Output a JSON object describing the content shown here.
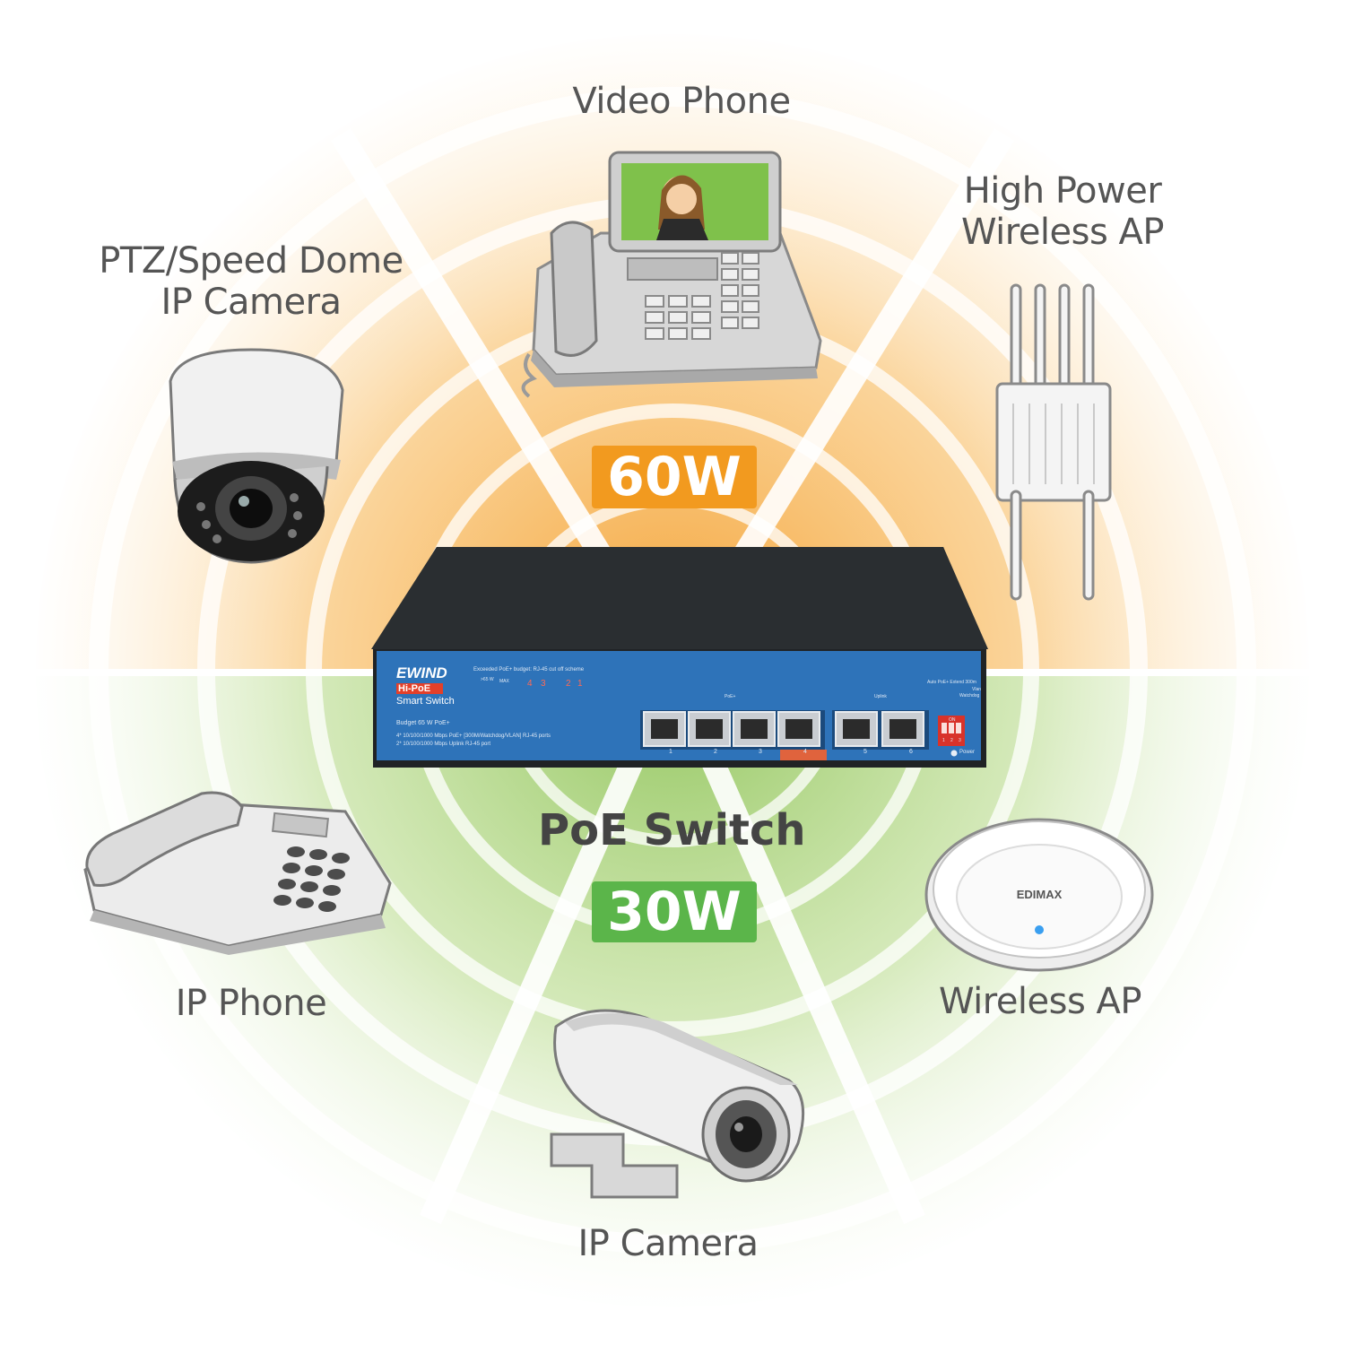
{
  "colors": {
    "warm_zone": "#f7b24a",
    "cool_zone": "#9ccc62",
    "badge_high": "#f29a1f",
    "badge_low": "#5bb54a",
    "switch_panel": "#2f72b7",
    "switch_body": "#232628",
    "label_text": "#555555"
  },
  "devices": {
    "video_phone": {
      "label": "Video Phone",
      "icon": "video-phone-icon"
    },
    "high_power_ap": {
      "line1": "High Power",
      "line2": "Wireless AP",
      "icon": "outdoor-ap-icon"
    },
    "ptz_camera": {
      "line1": "PTZ/Speed Dome",
      "line2": "IP Camera",
      "icon": "dome-camera-icon"
    },
    "ip_phone": {
      "label": "IP Phone",
      "icon": "desk-phone-icon"
    },
    "wireless_ap": {
      "label": "Wireless AP",
      "icon": "ceiling-ap-icon",
      "logo": "EDIMAX"
    },
    "ip_camera": {
      "label": "IP Camera",
      "icon": "bullet-camera-icon"
    }
  },
  "badges": {
    "high": "60W",
    "low": "30W"
  },
  "switch": {
    "title": "PoE Switch",
    "brand": "EWIND",
    "model_tag": "Hi-PoE",
    "model_name": "Smart Switch",
    "scheme": "Exceeded PoE+ budget: RJ-45 cut off scheme",
    "scheme_limit": ">65 W",
    "scheme_max": "MAX",
    "scheme_order": [
      "4",
      "3",
      "2",
      "1"
    ],
    "budget": "Budget 65 W PoE+",
    "spec1": "4* 10/100/1000 Mbps PoE+ [300M/Watchdog/VLAN] RJ-45 ports",
    "spec2": "2* 10/100/1000 Mbps Uplink RJ-45 port",
    "poe_group": "PoE+",
    "uplink_group": "Uplink",
    "dip_title": "Auto PoE+ Extend 300m",
    "dip_vlan": "Vlan",
    "dip_watchdog": "Watchdog",
    "dip_on": "ON",
    "dip_numbers": [
      "1",
      "2",
      "3"
    ],
    "ports": [
      "1",
      "2",
      "3",
      "4",
      "5",
      "6"
    ],
    "power": "Power"
  }
}
